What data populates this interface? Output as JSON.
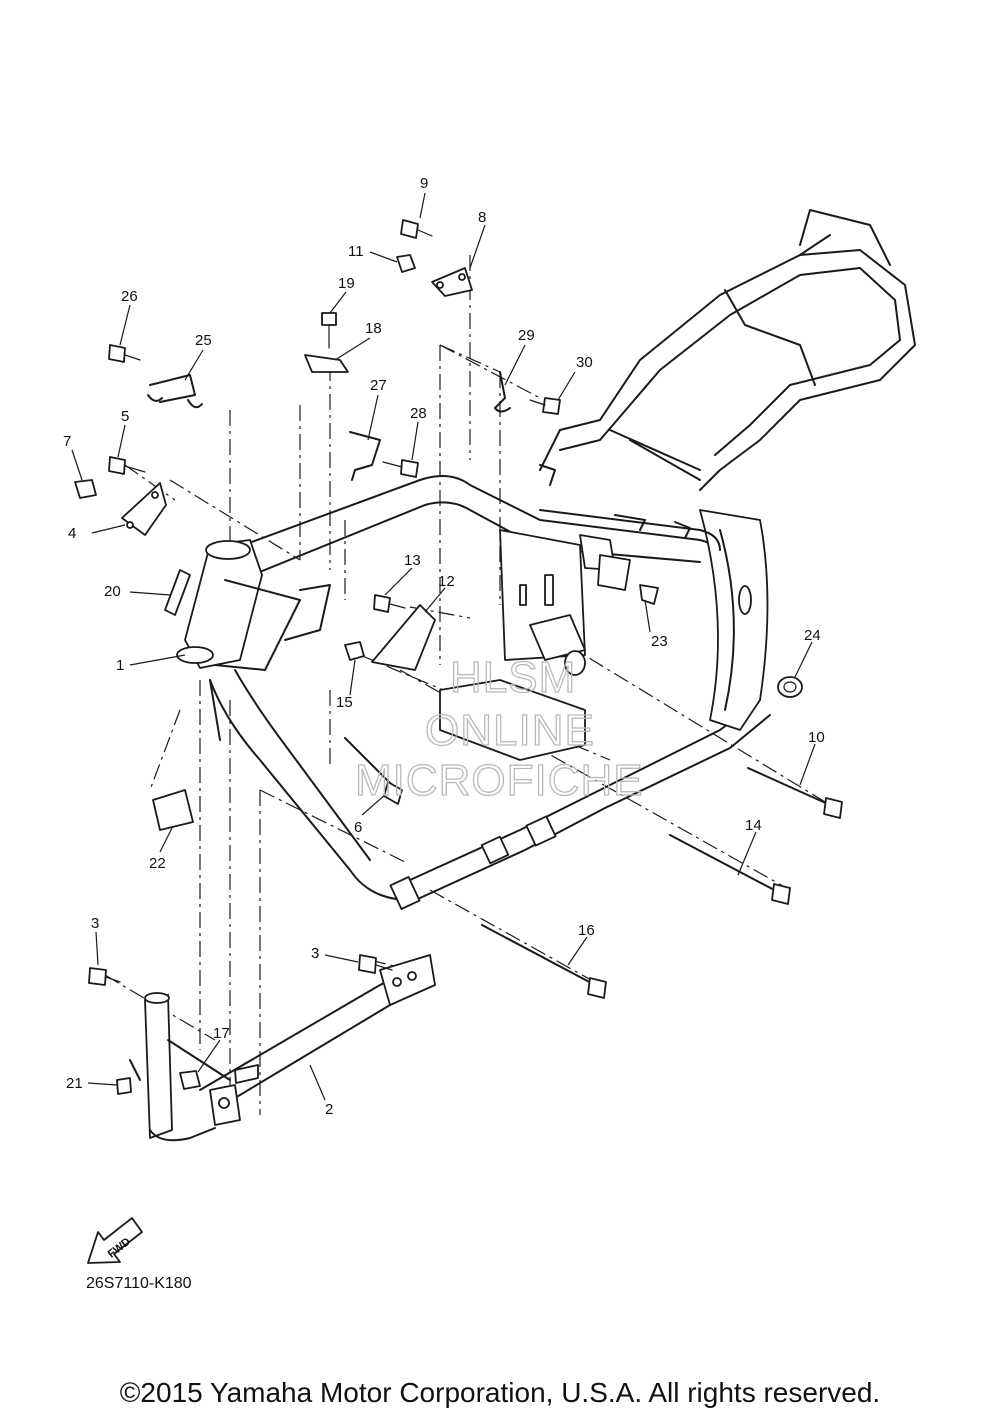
{
  "diagram": {
    "part_code": "26S7110-K180",
    "fwd_label": "FWD",
    "watermark": [
      "HLSM",
      "ONLINE",
      "MICROFICHE"
    ],
    "callouts": [
      "1",
      "2",
      "3",
      "3",
      "4",
      "5",
      "6",
      "7",
      "8",
      "9",
      "10",
      "11",
      "12",
      "13",
      "14",
      "15",
      "16",
      "17",
      "18",
      "19",
      "20",
      "21",
      "22",
      "23",
      "24",
      "25",
      "26",
      "27",
      "28",
      "29",
      "30"
    ]
  },
  "footer": {
    "copyright": "©2015 Yamaha Motor Corporation, U.S.A. All rights reserved."
  }
}
